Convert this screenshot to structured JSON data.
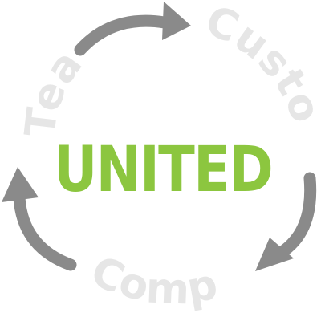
{
  "center_word": "UNITED",
  "cycle_labels": {
    "team": "Team",
    "customer": "Customer",
    "company": "Company"
  },
  "colors": {
    "center_word": "#8cc63f",
    "cycle_labels": "#e6e6e6",
    "arrows": "#8a8a8a"
  }
}
